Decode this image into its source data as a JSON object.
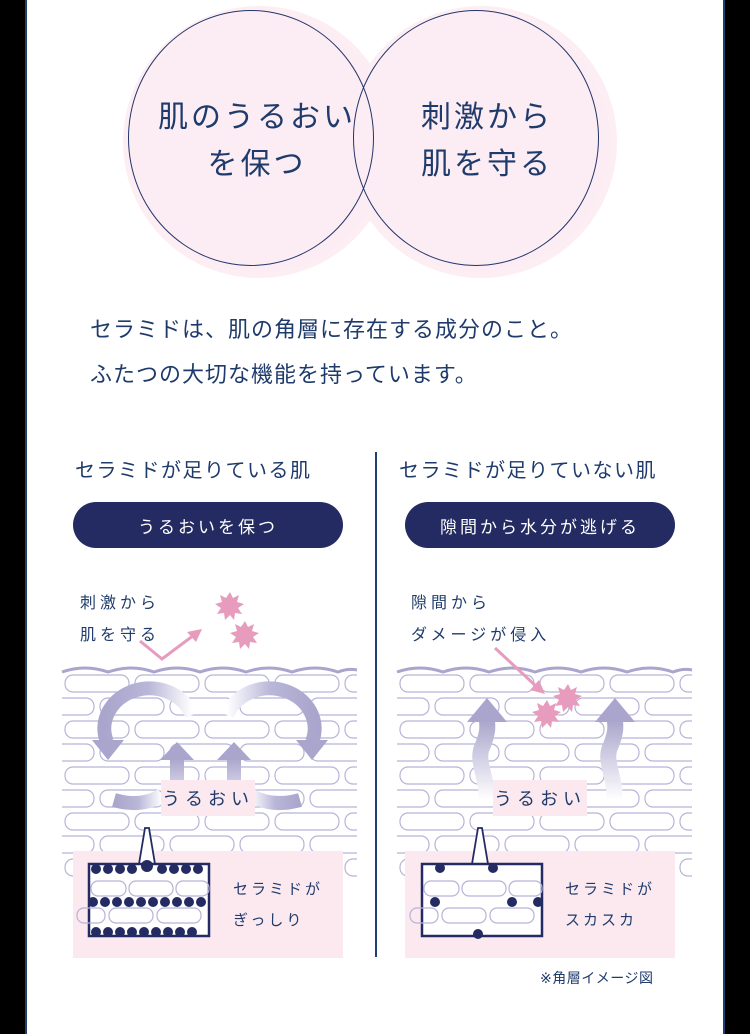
{
  "venn": {
    "left": {
      "line1": "肌のうるおい",
      "line2": "を保つ"
    },
    "right": {
      "line1": "刺激から",
      "line2": "肌を守る"
    }
  },
  "intro": {
    "line1": "セラミドは、肌の角層に存在する成分のこと。",
    "line2": "ふたつの大切な機能を持っています。"
  },
  "sections": [
    {
      "title": "セラミドが足りている肌",
      "pill": "うるおいを保つ",
      "note_line1": "刺激から",
      "note_line2": "肌を守る",
      "moisture_label": "うるおい",
      "callout_line1": "セラミドが",
      "callout_line2": "ぎっしり"
    },
    {
      "title": "セラミドが足りていない肌",
      "pill": "隙間から水分が逃げる",
      "note_line1": "隙間から",
      "note_line2": "ダメージが侵入",
      "moisture_label": "うるおい",
      "callout_line1": "セラミドが",
      "callout_line2": "スカスカ"
    }
  ],
  "footnote": "※角層イメージ図",
  "colors": {
    "navy": "#1f3b6b",
    "pill_bg": "#232b62",
    "pink_fill": "#fcecf3",
    "pink_panel": "#fbe9ef",
    "irritant_pink": "#e79bbd",
    "arrow_lavender": "#a9a5cc",
    "brick_outline": "#b7b3d8"
  }
}
